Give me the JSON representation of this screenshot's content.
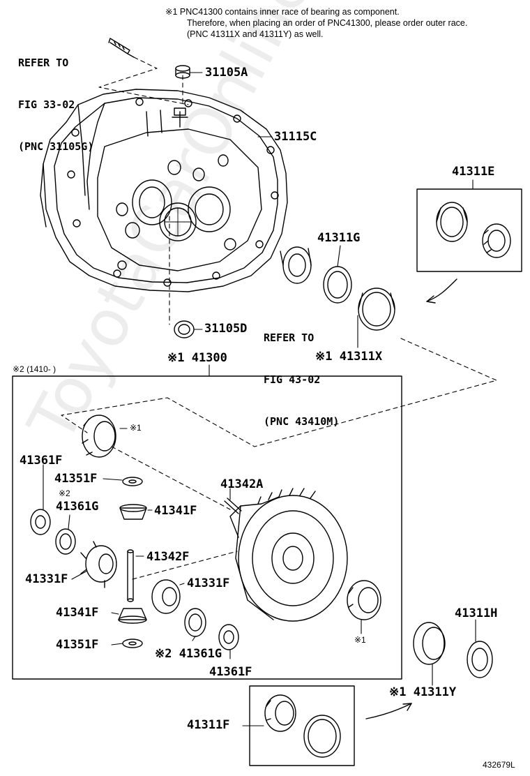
{
  "note": {
    "line1": "※1 PNC41300 contains inner race of bearing as component.",
    "line2": "Therefore, when placing an order of PNC41300, please order outer race.",
    "line3": "(PNC 41311X and 41311Y) as well."
  },
  "refs": {
    "fig33": [
      "REFER TO",
      "FIG 33-02",
      "(PNC 31105G)"
    ],
    "fig43": [
      "REFER TO",
      "FIG 43-02",
      "(PNC 43410M)"
    ]
  },
  "box_note": "※2 (1410-  )",
  "labels": {
    "p31105A": "31105A",
    "p31115C": "31115C",
    "p31105D": "31105D",
    "p41311E": "41311E",
    "p41311G": "41311G",
    "p41311X": "※1 41311X",
    "p41300": "※1 41300",
    "p41361F_top": "41361F",
    "p41351F_top": "41351F",
    "p41361G_top_mark": "※2",
    "p41361G_top": "41361G",
    "p41342A": "41342A",
    "p41341F_top": "41341F",
    "p41342F": "41342F",
    "p41331F_left": "41331F",
    "p41331F_right": "41331F",
    "p41341F_bot": "41341F",
    "p41351F_bot": "41351F",
    "p41361G_bot": "※2 41361G",
    "p41361F_bot": "41361F",
    "mark_bearing_top": "※1",
    "mark_bearing_right": "※1",
    "p41311H": "41311H",
    "p41311Y": "※1 41311Y",
    "p41311F": "41311F"
  },
  "drawing_id": "432679L",
  "watermark": "ToyotaCarOnline.ru"
}
